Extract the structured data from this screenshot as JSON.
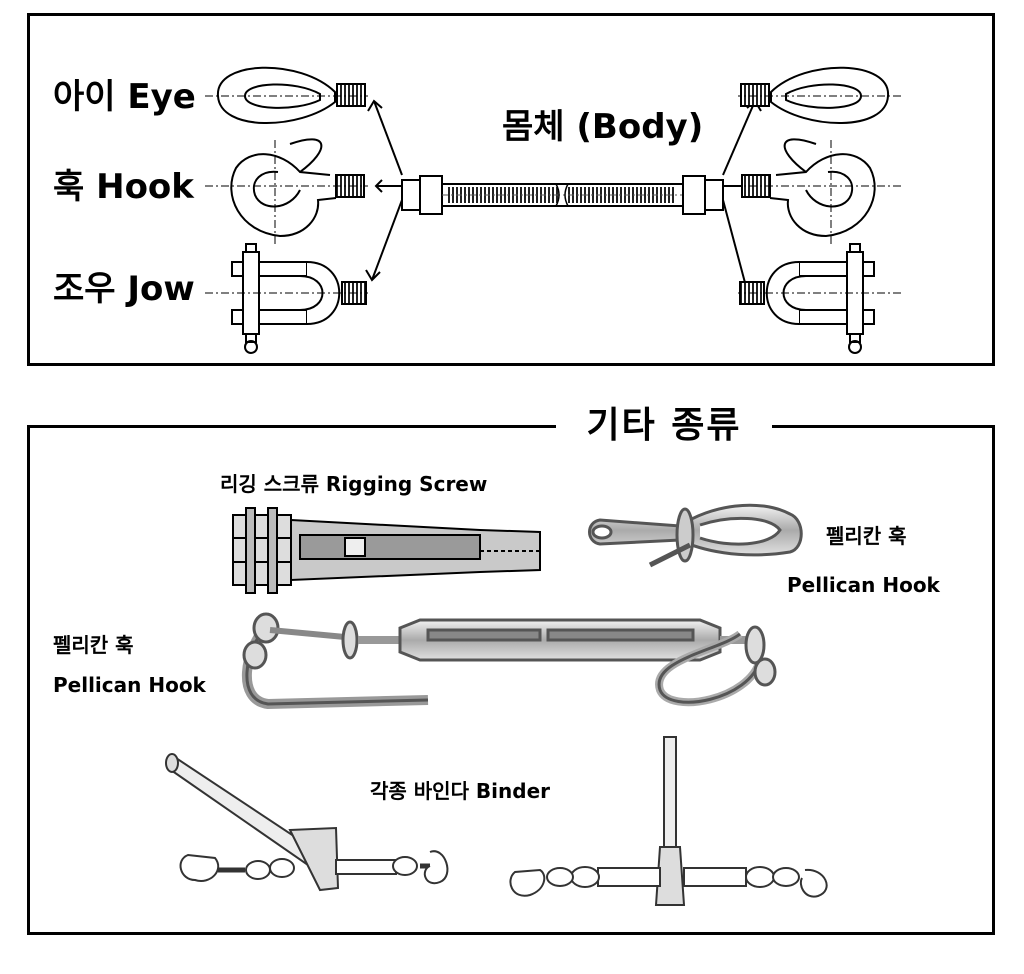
{
  "top": {
    "body_label": "몸체 (Body)",
    "left_labels": {
      "eye": "아이 Eye",
      "hook": "훅 Hook",
      "jaw": "조우 Jow"
    }
  },
  "bottom": {
    "title": "기타 종류",
    "rigging_screw_label": "리깅 스크류 Rigging Screw",
    "pellican_hook_right_ko": "펠리칸 훅",
    "pellican_hook_right_en": "Pellican Hook",
    "pellican_hook_left_ko": "펠리칸 훅",
    "pellican_hook_left_en": "Pellican Hook",
    "binder_label": "각종 바인다 Binder"
  }
}
